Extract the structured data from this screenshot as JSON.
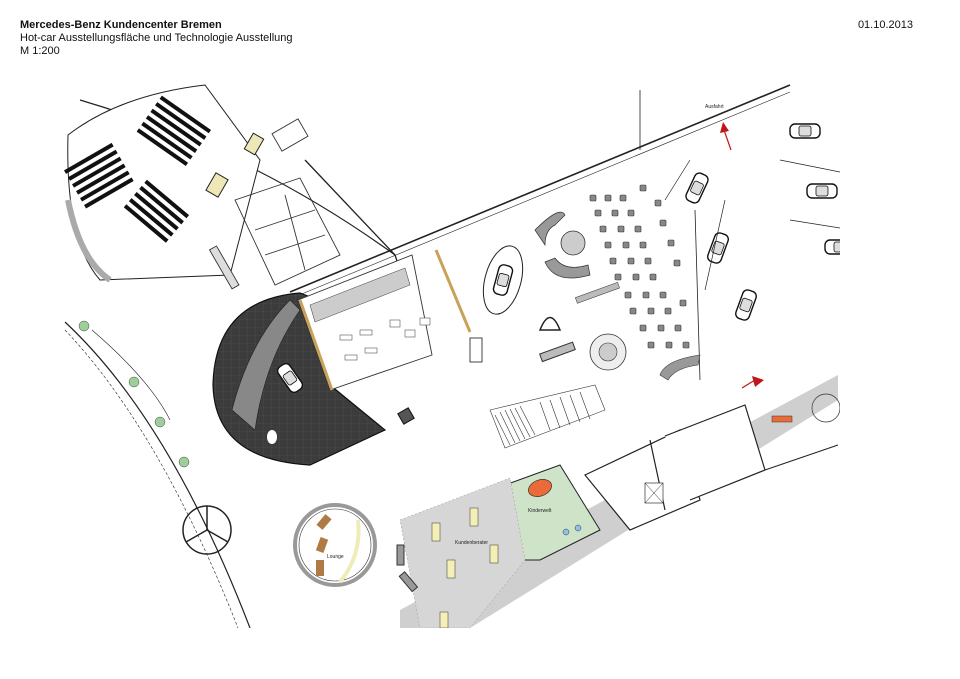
{
  "header": {
    "title": "Mercedes-Benz Kundencenter Bremen",
    "subtitle": "Hot-car Ausstellungsfläche und Technologie Ausstellung",
    "scale": "M 1:200",
    "date": "01.10.2013"
  },
  "plan": {
    "labels": {
      "exit": "Ausfahrt",
      "lounge": "Lounge",
      "kids": "Kinderwelt",
      "advisors": "Kundenberater"
    },
    "colors": {
      "dark_floor": "#3c3c3c",
      "corridor": "#cfcfcf",
      "kids_area": "#cfe3c9",
      "wood": "#c9a25a",
      "arrow": "#c0151b",
      "counter": "#ea6a3a",
      "desk": "#f4f0b5"
    }
  }
}
